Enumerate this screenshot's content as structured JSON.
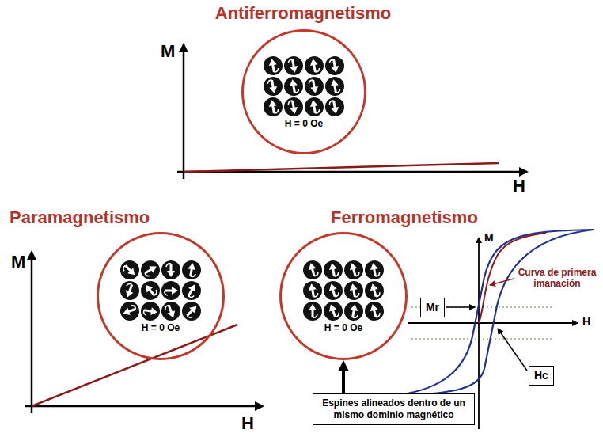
{
  "diagram": {
    "nodes": [
      {
        "text": [
          "H = 0 Oe"
        ]
      },
      {
        "text": [
          "H = 0 Oe"
        ]
      },
      {
        "text": [
          "H = 0 Oe"
        ]
      },
      {
        "text": [
          "Mr"
        ]
      },
      {
        "text": [
          "Hc"
        ]
      },
      {
        "text": [
          "Espines alineados dentro de un mismo dominio magnético"
        ]
      }
    ],
    "edges": [
      {
        "from": 5,
        "to": 2,
        "arrow": "to"
      }
    ],
    "labels": [
      "Antiferromagnetismo",
      "M",
      "H",
      "Paramagnetismo",
      "M",
      "H",
      "Ferromagnetismo",
      "M",
      "H",
      "Curva de primera imanación"
    ]
  }
}
